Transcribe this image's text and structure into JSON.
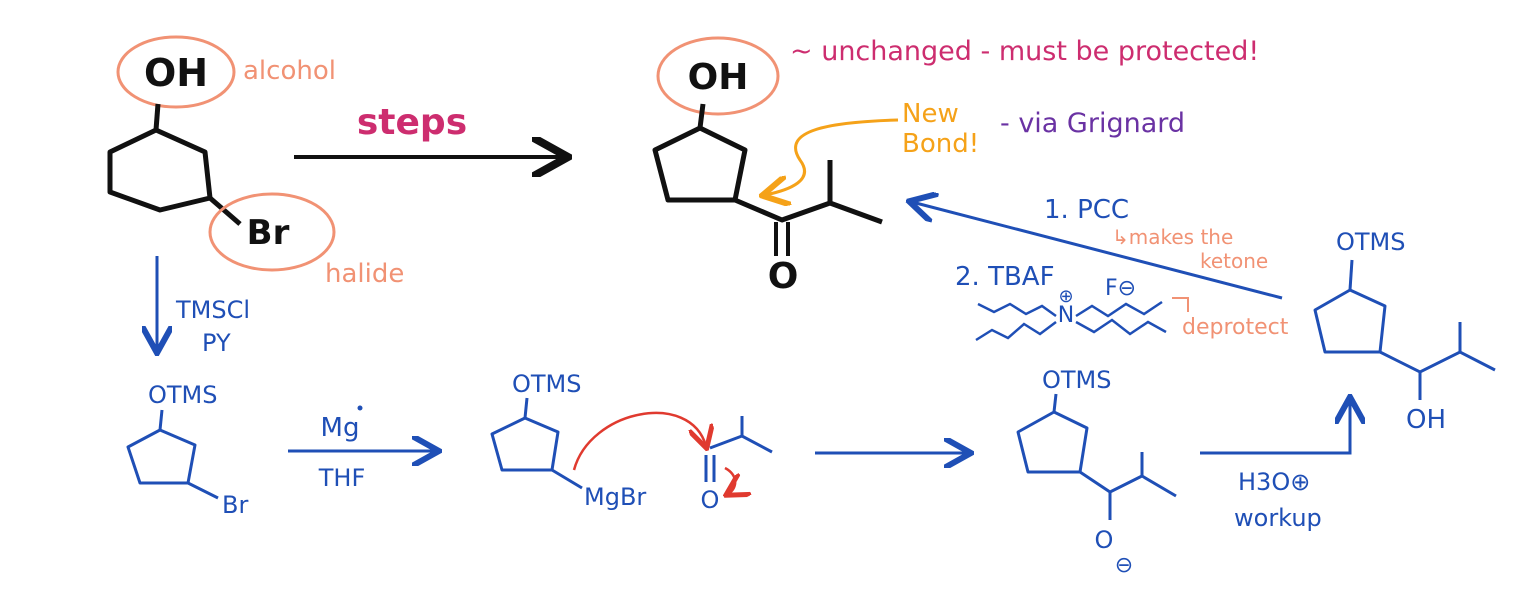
{
  "colors": {
    "ink": "#111111",
    "blue": "#1f4fb6",
    "annotation_orange": "#f19274",
    "magenta": "#cd2d6f",
    "purple": "#6a32a3",
    "amber": "#f5a219",
    "red": "#e03a2f"
  },
  "top_row": {
    "start_oh": "OH",
    "start_br": "Br",
    "alcohol_label": "alcohol",
    "halide_label": "halide",
    "steps_label": "steps",
    "product_oh": "OH",
    "product_carbonyl_o": "O",
    "unchanged_note": "~ unchanged - must be protected!",
    "new_bond_line1": "New",
    "new_bond_line2": "Bond!",
    "via_grignard": "- via Grignard"
  },
  "step1": {
    "reagent_line1": "TMSCl",
    "reagent_line2": "PY",
    "product_otms": "OTMS",
    "product_br": "Br"
  },
  "step2": {
    "reagent_top": "Mg",
    "reagent_bottom": "THF",
    "otms": "OTMS",
    "mgbr": "MgBr",
    "ketone_o": "O"
  },
  "step3": {
    "otms": "OTMS",
    "alkoxide_o": "O",
    "negative_charge": "⊖"
  },
  "step4": {
    "reagent_line1": "H3O⊕",
    "reagent_line2": "workup",
    "otms": "OTMS",
    "oh": "OH"
  },
  "final_step": {
    "step_1": "1. PCC",
    "step_1_note_line1": "↳makes the",
    "step_1_note_line2": "ketone",
    "step_2": "2. TBAF",
    "fluoride": "F⊖",
    "ammonium_charge": "⊕",
    "ammonium_n": "N",
    "deprotect_note": "deprotect"
  }
}
